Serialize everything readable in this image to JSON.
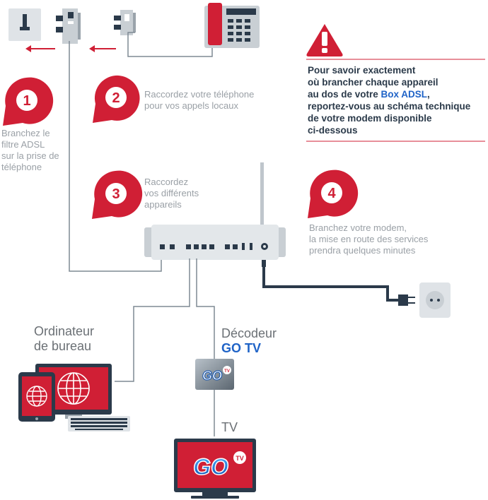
{
  "steps": [
    {
      "number": "1",
      "text": "Branchez le\nfiltre ADSL\nsur la prise de\ntéléphone"
    },
    {
      "number": "2",
      "text": "Raccordez votre téléphone\npour vos appels locaux"
    },
    {
      "number": "3",
      "text": "Raccordez\nvos différents\nappareils"
    },
    {
      "number": "4",
      "text": "Branchez votre modem,\nla mise en route des services\nprendra quelques minutes"
    }
  ],
  "warning": {
    "line1": "Pour savoir exactement",
    "line2": "où brancher chaque appareil",
    "line3_before": "au dos de votre ",
    "line3_highlight": "Box ADSL",
    "line3_after": ",",
    "line4": "reportez-vous au schéma technique",
    "line5": "de votre modem disponible",
    "line6": "ci-dessous"
  },
  "devices": {
    "computer_line1": "Ordinateur",
    "computer_line2": "de bureau",
    "decoder_line1": "Décodeur",
    "decoder_line2": "GO TV",
    "tv": "TV"
  },
  "logos": {
    "go": "GO",
    "tv_badge": "TV"
  },
  "colors": {
    "red": "#d01f35",
    "line": "#7f8a93",
    "blue": "#1f63c7",
    "gray": "#aeb6bd",
    "dark": "#2b3a4a"
  }
}
